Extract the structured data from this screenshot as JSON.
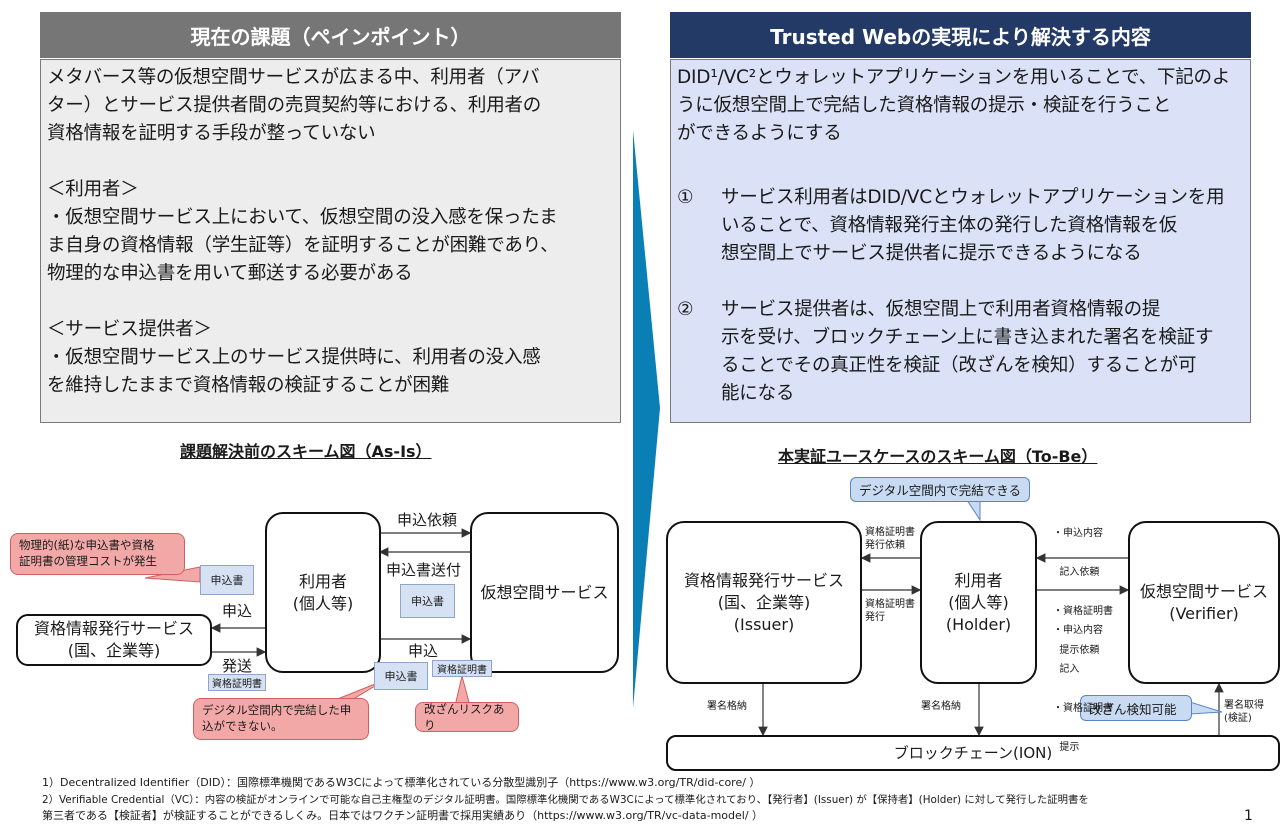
{
  "left_panel": {
    "header": "現在の課題（ペインポイント）",
    "intro_lines": [
      "メタバース等の仮想空間サービスが広まる中、利用者（アバ",
      "ター）とサービス提供者間の売買契約等における、利用者の",
      "資格情報を証明する手段が整っていない"
    ],
    "user_heading": "＜利用者＞",
    "user_lines": [
      "・仮想空間サービス上において、仮想空間の没入感を保ったま",
      "ま自身の資格情報（学生証等）を証明することが困難であり、",
      "物理的な申込書を用いて郵送する必要がある"
    ],
    "provider_heading": "＜サービス提供者＞",
    "provider_lines": [
      "・仮想空間サービス上のサービス提供時に、利用者の没入感",
      "を維持したままで資格情報の検証することが困難"
    ]
  },
  "right_panel": {
    "header": "Trusted Webの実現により解決する内容",
    "intro_lines": [
      "DID¹/VC²とウォレットアプリケーションを用いることで、下記のよ",
      "うに仮想空間上で完結した資格情報の提示・検証を行うこと",
      "ができるようにする"
    ],
    "item1_num": "①",
    "item1_lines": [
      "サービス利用者はDID/VCとウォレットアプリケーションを用",
      "いることで、資格情報発行主体の発行した資格情報を仮",
      "想空間上でサービス提供者に提示できるようになる"
    ],
    "item2_num": "②",
    "item2_lines": [
      "サービス提供者は、仮想空間上で利用者資格情報の提",
      "示を受け、ブロックチェーン上に書き込まれた署名を検証す",
      "ることでその真正性を検証（改ざんを検知）することが可",
      "能になる"
    ]
  },
  "as_is": {
    "title": "課題解決前のスキーム図（As-Is）",
    "user_box": [
      "利用者",
      "(個人等)"
    ],
    "service_box": "仮想空間サービス",
    "issuer_box": [
      "資格情報発行サービス",
      "(国、企業等)"
    ],
    "arrow_apply_request": "申込依頼",
    "arrow_form_send": "申込書送付",
    "arrow_apply_right": "申込",
    "arrow_apply_left": "申込",
    "arrow_send": "発送",
    "doc_form": "申込書",
    "doc_cert": "資格証明書",
    "callout_cost": [
      "物理的(紙)な申込書や資格",
      "証明書の管理コストが発生"
    ],
    "callout_incomplete": [
      "デジタル空間内で完結した申",
      "込ができない。"
    ],
    "callout_tamper": "改ざんリスクあり"
  },
  "to_be": {
    "title": "本実証ユースケースのスキーム図（To-Be）",
    "issuer_box": [
      "資格情報発行サービス",
      "(国、企業等)",
      "(Issuer)"
    ],
    "holder_box": [
      "利用者",
      "(個人等)",
      "(Holder)"
    ],
    "verifier_box": [
      "仮想空間サービス",
      "(Verifier)"
    ],
    "blockchain": "ブロックチェーン(ION)",
    "callout_digital": "デジタル空間内で完結できる",
    "callout_tamper_detect": "改ざん検知可能",
    "label_cert_issue_request": [
      "資格証明書",
      "発行依頼"
    ],
    "label_cert_issue": [
      "資格証明書",
      "発行"
    ],
    "label_request_top": [
      "・申込内容",
      "  記入依頼",
      "・資格証明書",
      "  提示依頼"
    ],
    "label_request_bottom": [
      "・申込内容",
      "  記入",
      "・資格証明書",
      "  提示"
    ],
    "label_sign_store_1": "署名格納",
    "label_sign_store_2": "署名格納",
    "label_sign_get": [
      "署名取得",
      "(検証)"
    ]
  },
  "footnotes": {
    "line1": "1）Decentralized Identifier（DID）：国際標準機関であるW3Cによって標準化されている分散型識別子（https://www.w3.org/TR/did-core/ ）",
    "line2": "2）Verifiable Credential（VC）：内容の検証がオンラインで可能な自己主権型のデジタル証明書。国際標準化機関であるW3Cによって標準化されており、【発行者】(Issuer) が【保持者】(Holder) に対して発行した証明書を",
    "line3": "第三者である【検証者】が検証することができるしくみ。日本ではワクチン証明書で採用実績あり（https://www.w3.org/TR/vc-data-model/ ）",
    "page_number": "1"
  },
  "colors": {
    "left_header": "#767676",
    "left_body": "#ededed",
    "right_header": "#233a66",
    "right_body": "#dbe2f7",
    "chevron": "#0a7fb5"
  }
}
